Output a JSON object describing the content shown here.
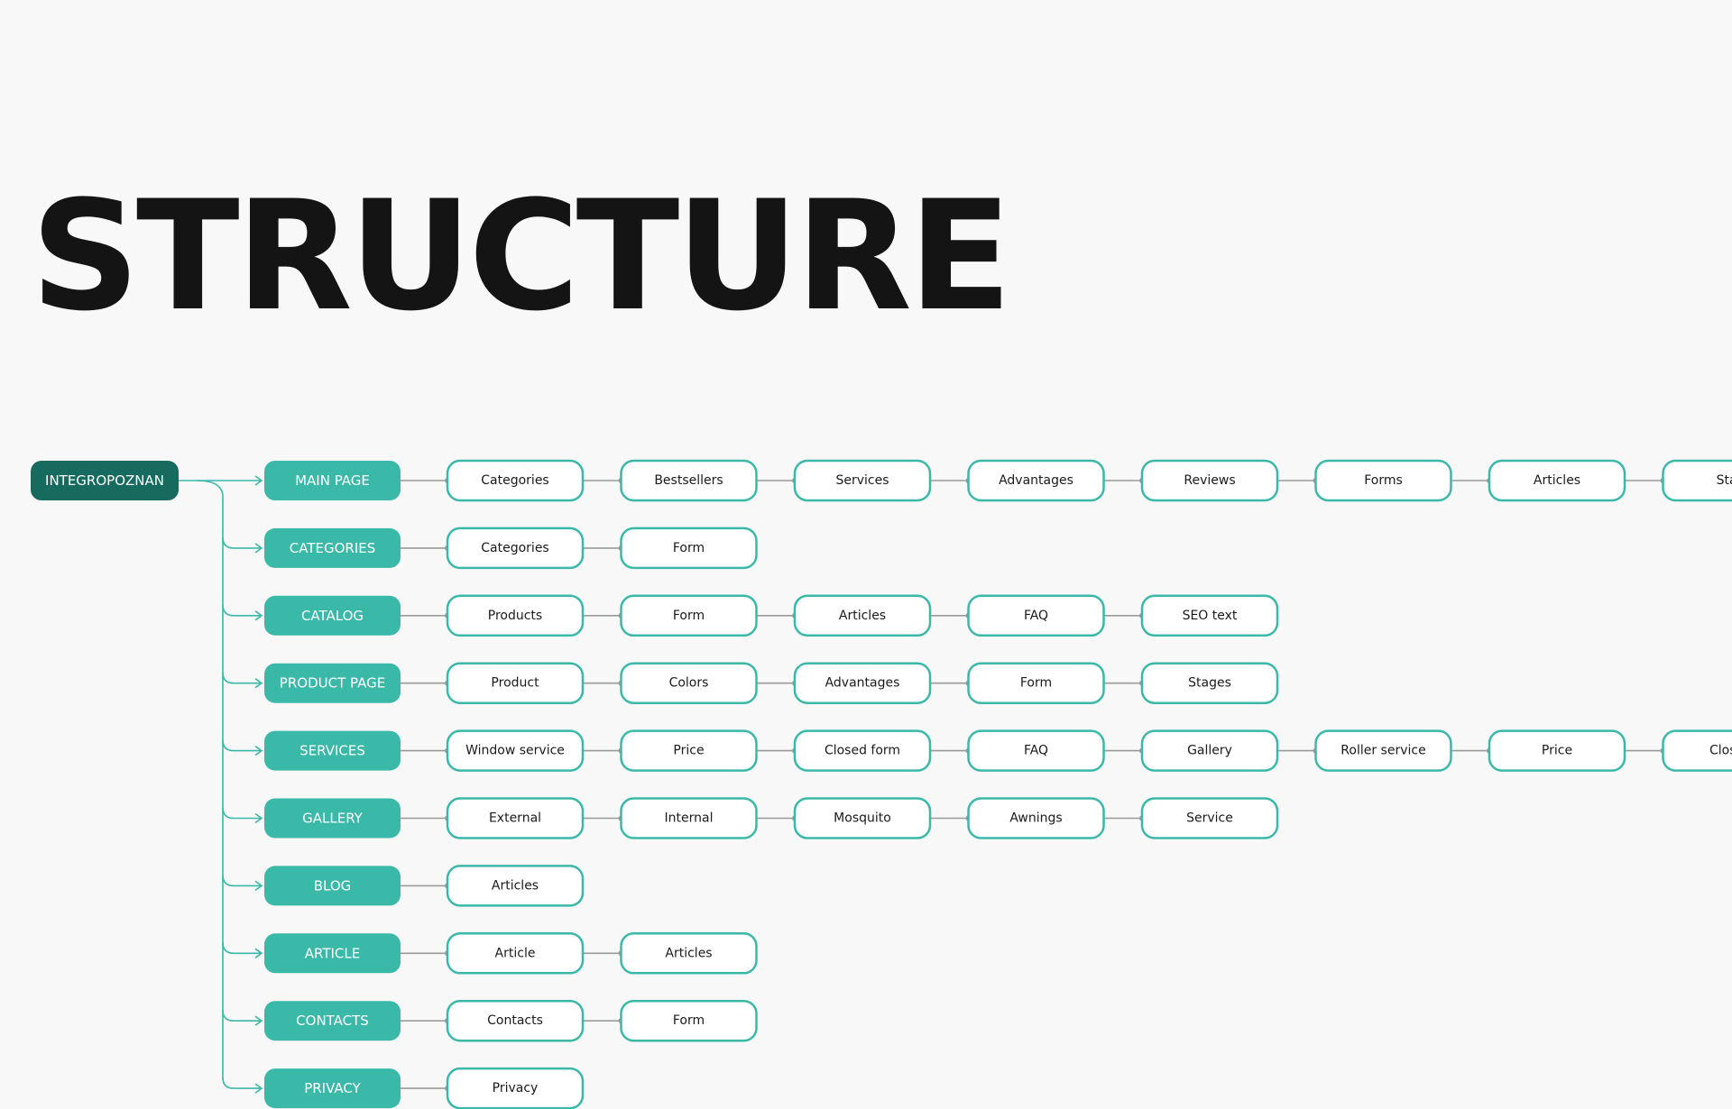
{
  "title": "STRUCTURE",
  "colors": {
    "background": "#f8f8f8",
    "root_fill": "#166a5e",
    "section_fill": "#3ab8a8",
    "node_border": "#3ab8a8",
    "node_fill": "#ffffff",
    "connector": "#9a9a9a",
    "tree_line": "#3ab8a8",
    "node_text": "#1a1a1a",
    "section_text": "#ffffff",
    "title_text": "#141414"
  },
  "root": {
    "label": "INTEGROPOZNAN"
  },
  "sections": [
    {
      "label": "MAIN PAGE",
      "items": [
        "Categories",
        "Bestsellers",
        "Services",
        "Advantages",
        "Reviews",
        "Forms",
        "Articles",
        "Stag"
      ]
    },
    {
      "label": "CATEGORIES",
      "items": [
        "Categories",
        "Form"
      ]
    },
    {
      "label": "CATALOG",
      "items": [
        "Products",
        "Form",
        "Articles",
        "FAQ",
        "SEO text"
      ]
    },
    {
      "label": "PRODUCT PAGE",
      "items": [
        "Product",
        "Colors",
        "Advantages",
        "Form",
        "Stages"
      ]
    },
    {
      "label": "SERVICES",
      "items": [
        "Window service",
        "Price",
        "Closed form",
        "FAQ",
        "Gallery",
        "Roller service",
        "Price",
        "Closed"
      ]
    },
    {
      "label": "GALLERY",
      "items": [
        "External",
        "Internal",
        "Mosquito",
        "Awnings",
        "Service"
      ]
    },
    {
      "label": "BLOG",
      "items": [
        "Articles"
      ]
    },
    {
      "label": "ARTICLE",
      "items": [
        "Article",
        "Articles"
      ]
    },
    {
      "label": "CONTACTS",
      "items": [
        "Contacts",
        "Form"
      ]
    },
    {
      "label": "PRIVACY",
      "items": [
        "Privacy"
      ]
    }
  ]
}
